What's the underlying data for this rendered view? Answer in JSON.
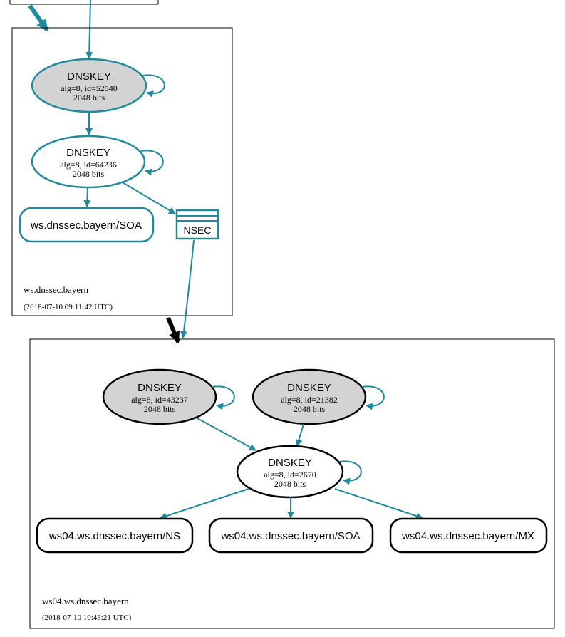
{
  "colors": {
    "edge": "#1f8a9c",
    "ksk_fill": "#d3d3d3",
    "zone_border": "#000000",
    "delegation_arrow": "#000000",
    "background": "#ffffff"
  },
  "zones": [
    {
      "name": "ws.dnssec.bayern",
      "timestamp": "(2018-07-10 09:11:42 UTC)",
      "nodes": {
        "ksk": {
          "type": "DNSKEY",
          "line1": "alg=8, id=52540",
          "line2": "2048 bits"
        },
        "zsk": {
          "type": "DNSKEY",
          "line1": "alg=8, id=64236",
          "line2": "2048 bits"
        },
        "soa": {
          "label": "ws.dnssec.bayern/SOA"
        },
        "nsec": {
          "label": "NSEC"
        }
      }
    },
    {
      "name": "ws04.ws.dnssec.bayern",
      "timestamp": "(2018-07-10 10:43:21 UTC)",
      "nodes": {
        "ksk1": {
          "type": "DNSKEY",
          "line1": "alg=8, id=43237",
          "line2": "2048 bits"
        },
        "ksk2": {
          "type": "DNSKEY",
          "line1": "alg=8, id=21382",
          "line2": "2048 bits"
        },
        "zsk": {
          "type": "DNSKEY",
          "line1": "alg=8, id=2670",
          "line2": "2048 bits"
        },
        "ns": {
          "label": "ws04.ws.dnssec.bayern/NS"
        },
        "soa": {
          "label": "ws04.ws.dnssec.bayern/SOA"
        },
        "mx": {
          "label": "ws04.ws.dnssec.bayern/MX"
        }
      }
    }
  ]
}
